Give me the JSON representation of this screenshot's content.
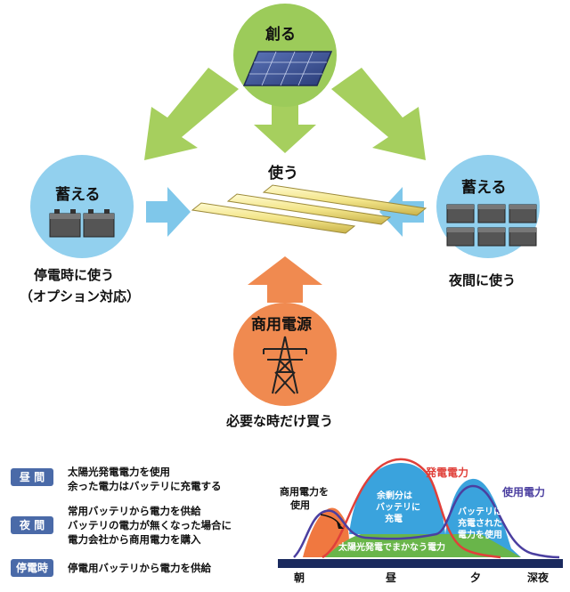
{
  "nodes": {
    "create": {
      "label": "創る"
    },
    "store_left": {
      "label": "蓄える",
      "caption_1": "停電時に使う",
      "caption_2": "（オプション対応）"
    },
    "store_right": {
      "label": "蓄える",
      "caption": "夜間に使う"
    },
    "use": {
      "label": "使う"
    },
    "grid": {
      "label": "商用電源",
      "caption": "必要な時だけ買う"
    }
  },
  "legend": [
    {
      "badge": "昼 間",
      "lines": [
        "太陽光発電電力を使用",
        "余った電力はバッテリに充電する"
      ]
    },
    {
      "badge": "夜 間",
      "lines": [
        "常用バッテリから電力を供給",
        "バッテリの電力が無くなった場合に",
        "電力会社から商用電力を購入"
      ]
    },
    {
      "badge": "停電時",
      "lines": [
        "停電用バッテリから電力を供給"
      ]
    }
  ],
  "colors": {
    "arrow_green": "#a6cf5e",
    "circle_green": "#9ccb5a",
    "circle_blue": "#92d0ee",
    "arrow_blue": "#7fc7ea",
    "circle_orange": "#f08a50",
    "badge_blue": "#4a6aa8",
    "curve_red": "#e0403a",
    "curve_purple": "#4b3fa0",
    "area_green": "#69b54a",
    "area_blue": "#3aa3dd",
    "area_orange": "#f07840"
  },
  "chart_data": {
    "type": "area",
    "categories": [
      "朝",
      "昼",
      "夕",
      "深夜"
    ],
    "series": [
      {
        "name": "発電電力"
      },
      {
        "name": "使用電力"
      }
    ],
    "annotations": {
      "commercial": [
        "商用電力を",
        "使用"
      ],
      "surplus": [
        "余剰分は",
        "バッテリに",
        "充電"
      ],
      "battery": [
        "バッテリに",
        "充電された",
        "電力を使用"
      ],
      "solar_band": "太陽光発電でまかなう電力"
    }
  }
}
